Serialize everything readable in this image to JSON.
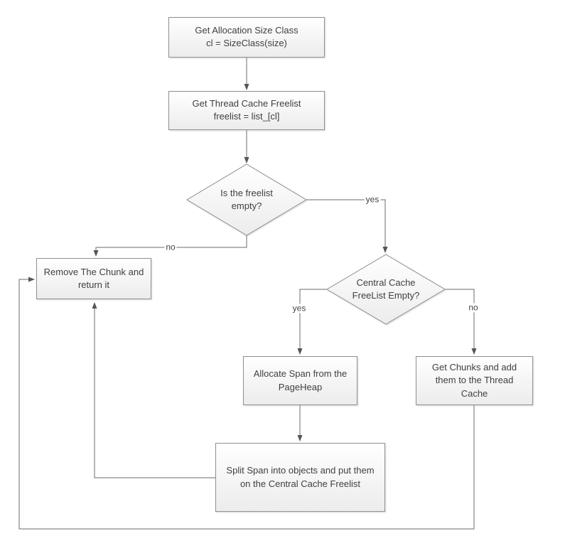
{
  "diagram": {
    "background": "#ffffff",
    "colors": {
      "node_border": "#8f8f8f",
      "node_fill_top": "#ffffff",
      "node_fill_bottom": "#ececec",
      "connector": "#6b6b6b",
      "arrowhead": "#555555",
      "text": "#3f3f3f"
    },
    "nodes": {
      "get_allocation_size_class": {
        "line1": "Get Allocation Size Class",
        "line2": "cl = SizeClass(size)"
      },
      "get_thread_cache_freelist": {
        "line1": "Get Thread Cache Freelist",
        "line2": "freelist = list_[cl]"
      },
      "is_freelist_empty": {
        "line1": "Is the freelist",
        "line2": "empty?"
      },
      "remove_chunk": {
        "text": "Remove The Chunk and return it"
      },
      "central_cache_freelist_empty": {
        "line1": "Central Cache",
        "line2": "FreeList Empty?"
      },
      "allocate_span": {
        "text": "Allocate Span from the PageHeap"
      },
      "get_chunks": {
        "text": "Get Chunks and add them to the Thread Cache"
      },
      "split_span": {
        "text": "Split Span into objects and put them on the Central Cache Freelist"
      }
    },
    "edge_labels": {
      "freelist_empty_yes": "yes",
      "freelist_empty_no": "no",
      "central_cache_yes": "yes",
      "central_cache_no": "no"
    }
  }
}
